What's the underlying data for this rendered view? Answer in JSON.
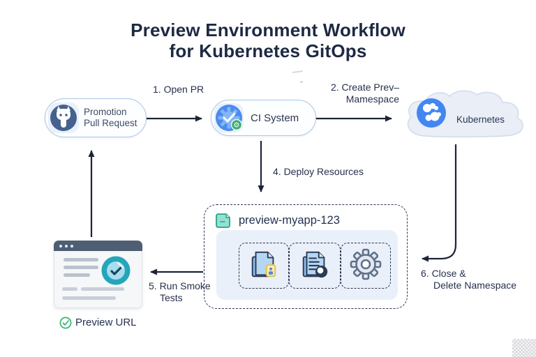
{
  "title": {
    "line1": "Preview Environment Workflow",
    "line2": "for Kubernetes GitOps"
  },
  "nodes": {
    "promotion": {
      "line1": "Promotion",
      "line2": "Pull Request",
      "icon": "octocat-icon"
    },
    "ci": {
      "label": "CI System",
      "icon": "ci-gear-check-icon",
      "badge_icon": "sync-gear-badge-icon"
    },
    "kubernetes": {
      "label": "Kubernetes",
      "icon": "kubernetes-logo-icon"
    },
    "namespace": {
      "label": "preview-myapp-123",
      "icon": "namespace-note-icon",
      "resources": [
        {
          "icon": "documents-stack-icon"
        },
        {
          "icon": "document-status-icon"
        },
        {
          "icon": "settings-gear-icon"
        }
      ]
    },
    "browser": {
      "caption": "Preview URL",
      "caption_icon": "check-circle-icon",
      "badge_icon": "verified-check-badge-icon"
    }
  },
  "edges": [
    {
      "name": "open-pr",
      "label": "1. Open PR"
    },
    {
      "name": "create-preview-namespace",
      "line1": "2. Create Prev–",
      "line2": "Mamespace"
    },
    {
      "name": "deploy-resources",
      "label": "4. Deploy Resources"
    },
    {
      "name": "run-smoke-tests",
      "line1": "5. Run Smoke",
      "line2": "Tests"
    },
    {
      "name": "close-delete-namespace",
      "line1": "6. Close &",
      "line2": "Delete Namespace"
    }
  ],
  "colors": {
    "title_text": "#1e2943",
    "arrow": "#1d2438",
    "pill_border": "#a9c6e8",
    "dashed_border": "#2a3550",
    "inner_panel": "#e9f0fa",
    "cloud_fill": "#e9eef7",
    "kubernetes_blue": "#4286f2",
    "ci_blue": "#4b8bf0",
    "octocat_slate": "#46618d",
    "namespace_teal": "#93e1cf",
    "badge_green": "#3fae72",
    "check_teal": "#23a6ba",
    "preview_check_green": "#3bb273"
  }
}
